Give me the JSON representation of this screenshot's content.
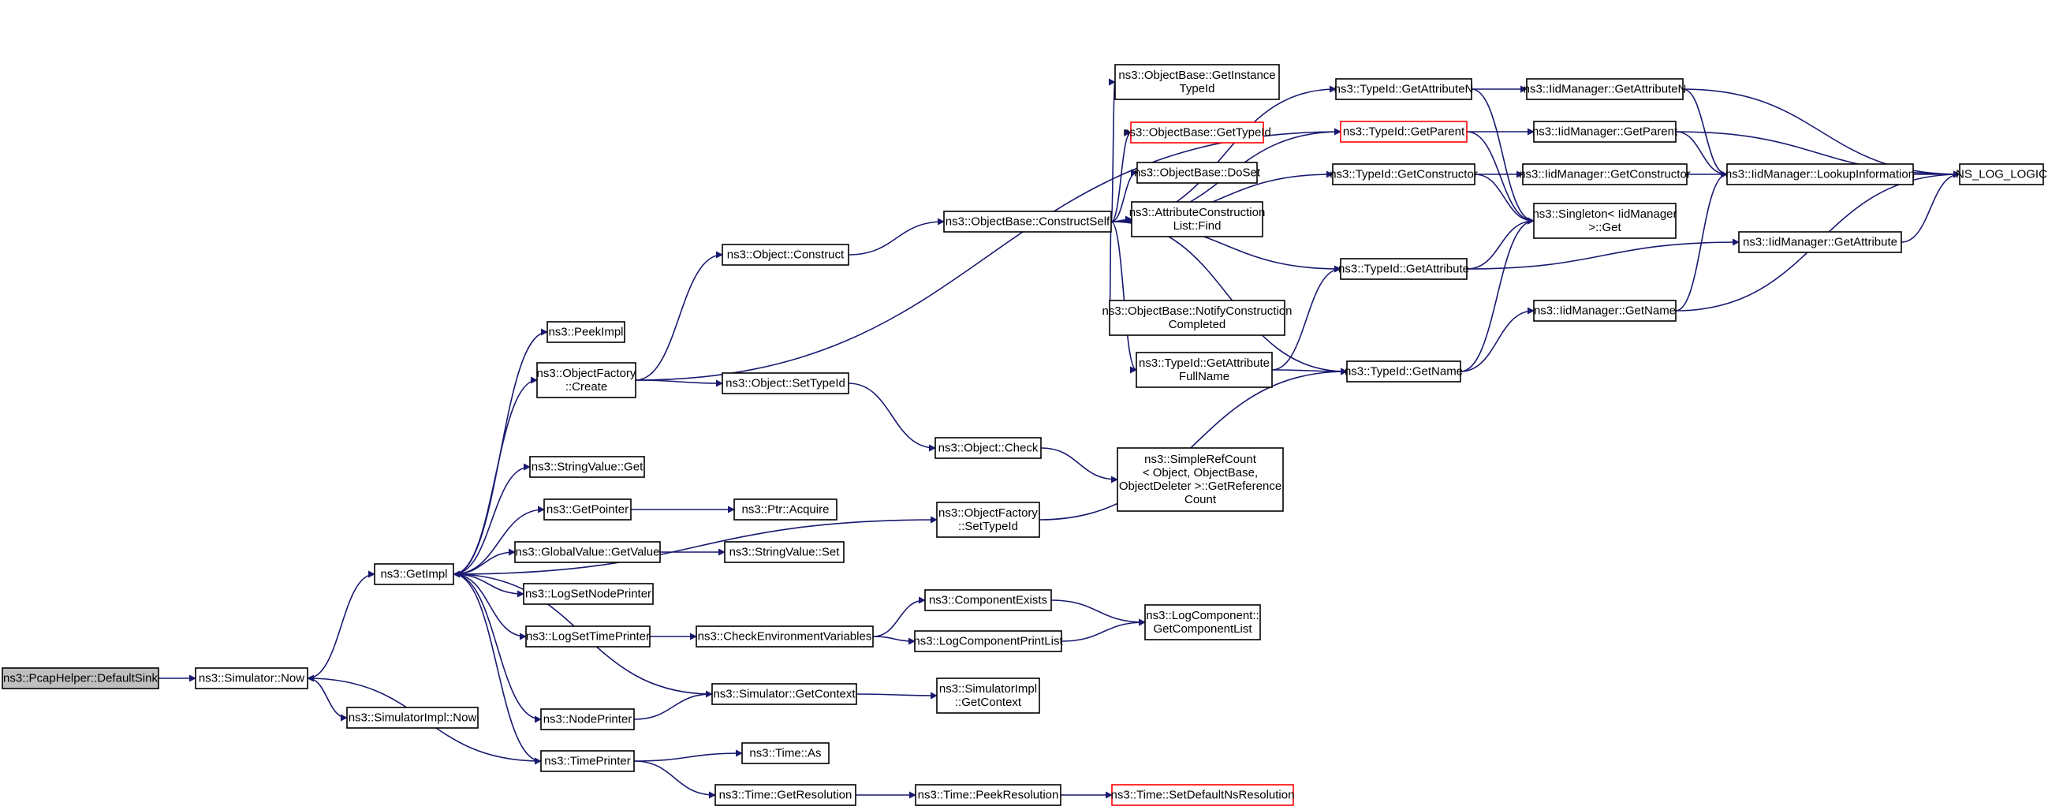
{
  "graph": {
    "edge_color": "#191970",
    "nodes": [
      {
        "id": "pcaphelper",
        "lines": [
          "ns3::PcapHelper::DefaultSink"
        ],
        "style": "root"
      },
      {
        "id": "sim_now",
        "lines": [
          "ns3::Simulator::Now"
        ],
        "style": "normal"
      },
      {
        "id": "simimpl_now",
        "lines": [
          "ns3::SimulatorImpl::Now"
        ],
        "style": "normal"
      },
      {
        "id": "getimpl",
        "lines": [
          "ns3::GetImpl"
        ],
        "style": "normal"
      },
      {
        "id": "peekimpl",
        "lines": [
          "ns3::PeekImpl"
        ],
        "style": "normal"
      },
      {
        "id": "of_create",
        "lines": [
          "ns3::ObjectFactory",
          "::Create"
        ],
        "style": "normal"
      },
      {
        "id": "sv_get",
        "lines": [
          "ns3::StringValue::Get"
        ],
        "style": "normal"
      },
      {
        "id": "getpointer",
        "lines": [
          "ns3::GetPointer"
        ],
        "style": "normal"
      },
      {
        "id": "gv_getvalue",
        "lines": [
          "ns3::GlobalValue::GetValue"
        ],
        "style": "normal"
      },
      {
        "id": "logsetnode",
        "lines": [
          "ns3::LogSetNodePrinter"
        ],
        "style": "normal"
      },
      {
        "id": "logsettime",
        "lines": [
          "ns3::LogSetTimePrinter"
        ],
        "style": "normal"
      },
      {
        "id": "nodeprinter",
        "lines": [
          "ns3::NodePrinter"
        ],
        "style": "normal"
      },
      {
        "id": "timeprinter",
        "lines": [
          "ns3::TimePrinter"
        ],
        "style": "normal"
      },
      {
        "id": "obj_construct",
        "lines": [
          "ns3::Object::Construct"
        ],
        "style": "normal"
      },
      {
        "id": "obj_settypeid",
        "lines": [
          "ns3::Object::SetTypeId"
        ],
        "style": "normal"
      },
      {
        "id": "ptr_acquire",
        "lines": [
          "ns3::Ptr::Acquire"
        ],
        "style": "normal"
      },
      {
        "id": "sv_set",
        "lines": [
          "ns3::StringValue::Set"
        ],
        "style": "normal"
      },
      {
        "id": "checkenv",
        "lines": [
          "ns3::CheckEnvironmentVariables"
        ],
        "style": "normal"
      },
      {
        "id": "sim_getcontext",
        "lines": [
          "ns3::Simulator::GetContext"
        ],
        "style": "normal"
      },
      {
        "id": "time_as",
        "lines": [
          "ns3::Time::As"
        ],
        "style": "normal"
      },
      {
        "id": "time_getres",
        "lines": [
          "ns3::Time::GetResolution"
        ],
        "style": "normal"
      },
      {
        "id": "ob_constructself",
        "lines": [
          "ns3::ObjectBase::ConstructSelf"
        ],
        "style": "normal"
      },
      {
        "id": "obj_check",
        "lines": [
          "ns3::Object::Check"
        ],
        "style": "normal"
      },
      {
        "id": "of_settypeid",
        "lines": [
          "ns3::ObjectFactory",
          "::SetTypeId"
        ],
        "style": "normal"
      },
      {
        "id": "compexists",
        "lines": [
          "ns3::ComponentExists"
        ],
        "style": "normal"
      },
      {
        "id": "logcompprint",
        "lines": [
          "ns3::LogComponentPrintList"
        ],
        "style": "normal"
      },
      {
        "id": "simimpl_getcontext",
        "lines": [
          "ns3::SimulatorImpl",
          "::GetContext"
        ],
        "style": "normal"
      },
      {
        "id": "time_peekres",
        "lines": [
          "ns3::Time::PeekResolution"
        ],
        "style": "normal"
      },
      {
        "id": "ob_getinstance",
        "lines": [
          "ns3::ObjectBase::GetInstance",
          "TypeId"
        ],
        "style": "normal"
      },
      {
        "id": "ob_gettypeid",
        "lines": [
          "ns3::ObjectBase::GetTypeId"
        ],
        "style": "red"
      },
      {
        "id": "ob_doset",
        "lines": [
          "ns3::ObjectBase::DoSet"
        ],
        "style": "normal"
      },
      {
        "id": "acl_find",
        "lines": [
          "ns3::AttributeConstruction",
          "List::Find"
        ],
        "style": "normal"
      },
      {
        "id": "ob_notify",
        "lines": [
          "ns3::ObjectBase::NotifyConstruction",
          "Completed"
        ],
        "style": "normal"
      },
      {
        "id": "tid_getattrfull",
        "lines": [
          "ns3::TypeId::GetAttribute",
          "FullName"
        ],
        "style": "normal"
      },
      {
        "id": "simplerefcount",
        "lines": [
          "ns3::SimpleRefCount",
          "< Object, ObjectBase,",
          "ObjectDeleter >::GetReference",
          "Count"
        ],
        "style": "normal"
      },
      {
        "id": "logcomp_getlist",
        "lines": [
          "ns3::LogComponent::",
          "GetComponentList"
        ],
        "style": "normal"
      },
      {
        "id": "time_setdefault",
        "lines": [
          "ns3::Time::SetDefaultNsResolution"
        ],
        "style": "red"
      },
      {
        "id": "tid_getattrn",
        "lines": [
          "ns3::TypeId::GetAttributeN"
        ],
        "style": "normal"
      },
      {
        "id": "tid_getparent",
        "lines": [
          "ns3::TypeId::GetParent"
        ],
        "style": "red"
      },
      {
        "id": "tid_getconstructor",
        "lines": [
          "ns3::TypeId::GetConstructor"
        ],
        "style": "normal"
      },
      {
        "id": "tid_getattr",
        "lines": [
          "ns3::TypeId::GetAttribute"
        ],
        "style": "normal"
      },
      {
        "id": "tid_getname",
        "lines": [
          "ns3::TypeId::GetName"
        ],
        "style": "normal"
      },
      {
        "id": "iid_getattrn",
        "lines": [
          "ns3::IidManager::GetAttributeN"
        ],
        "style": "normal"
      },
      {
        "id": "iid_getparent",
        "lines": [
          "ns3::IidManager::GetParent"
        ],
        "style": "normal"
      },
      {
        "id": "iid_getconstructor",
        "lines": [
          "ns3::IidManager::GetConstructor"
        ],
        "style": "normal"
      },
      {
        "id": "singleton_get",
        "lines": [
          "ns3::Singleton< IidManager",
          ">::Get"
        ],
        "style": "normal"
      },
      {
        "id": "iid_getname",
        "lines": [
          "ns3::IidManager::GetName"
        ],
        "style": "normal"
      },
      {
        "id": "iid_lookup",
        "lines": [
          "ns3::IidManager::LookupInformation"
        ],
        "style": "normal"
      },
      {
        "id": "iid_getattr",
        "lines": [
          "ns3::IidManager::GetAttribute"
        ],
        "style": "normal"
      },
      {
        "id": "ns_log_logic",
        "lines": [
          "NS_LOG_LOGIC"
        ],
        "style": "normal"
      }
    ],
    "edges": [
      [
        "pcaphelper",
        "sim_now"
      ],
      [
        "sim_now",
        "getimpl"
      ],
      [
        "sim_now",
        "simimpl_now"
      ],
      [
        "getimpl",
        "peekimpl"
      ],
      [
        "getimpl",
        "of_create"
      ],
      [
        "getimpl",
        "sv_get"
      ],
      [
        "getimpl",
        "getpointer"
      ],
      [
        "getimpl",
        "gv_getvalue"
      ],
      [
        "getimpl",
        "logsetnode"
      ],
      [
        "getimpl",
        "logsettime"
      ],
      [
        "getimpl",
        "nodeprinter"
      ],
      [
        "getimpl",
        "timeprinter"
      ],
      [
        "getimpl",
        "of_settypeid"
      ],
      [
        "of_create",
        "obj_construct"
      ],
      [
        "of_create",
        "obj_settypeid"
      ],
      [
        "of_create",
        "tid_getparent"
      ],
      [
        "getpointer",
        "ptr_acquire"
      ],
      [
        "gv_getvalue",
        "sv_set"
      ],
      [
        "logsettime",
        "checkenv"
      ],
      [
        "nodeprinter",
        "sim_getcontext"
      ],
      [
        "sim_getcontext",
        "getimpl"
      ],
      [
        "timeprinter",
        "sim_now"
      ],
      [
        "timeprinter",
        "time_as"
      ],
      [
        "timeprinter",
        "time_getres"
      ],
      [
        "obj_construct",
        "ob_constructself"
      ],
      [
        "obj_settypeid",
        "obj_check"
      ],
      [
        "obj_check",
        "simplerefcount"
      ],
      [
        "checkenv",
        "compexists"
      ],
      [
        "checkenv",
        "logcompprint"
      ],
      [
        "compexists",
        "logcomp_getlist"
      ],
      [
        "logcompprint",
        "logcomp_getlist"
      ],
      [
        "sim_getcontext",
        "simimpl_getcontext"
      ],
      [
        "time_getres",
        "time_peekres"
      ],
      [
        "time_peekres",
        "time_setdefault"
      ],
      [
        "ob_constructself",
        "ob_getinstance"
      ],
      [
        "ob_constructself",
        "ob_gettypeid"
      ],
      [
        "ob_constructself",
        "ob_doset"
      ],
      [
        "ob_constructself",
        "acl_find"
      ],
      [
        "ob_constructself",
        "ob_notify"
      ],
      [
        "ob_constructself",
        "tid_getattrfull"
      ],
      [
        "ob_constructself",
        "tid_getattrn"
      ],
      [
        "ob_constructself",
        "tid_getparent"
      ],
      [
        "ob_constructself",
        "tid_getconstructor"
      ],
      [
        "ob_constructself",
        "tid_getattr"
      ],
      [
        "ob_constructself",
        "tid_getname"
      ],
      [
        "of_settypeid",
        "tid_getname"
      ],
      [
        "tid_getattrfull",
        "tid_getattr"
      ],
      [
        "tid_getattrfull",
        "tid_getname"
      ],
      [
        "tid_getattrn",
        "iid_getattrn"
      ],
      [
        "tid_getattrn",
        "singleton_get"
      ],
      [
        "tid_getparent",
        "iid_getparent"
      ],
      [
        "tid_getparent",
        "singleton_get"
      ],
      [
        "tid_getconstructor",
        "iid_getconstructor"
      ],
      [
        "tid_getconstructor",
        "singleton_get"
      ],
      [
        "tid_getattr",
        "singleton_get"
      ],
      [
        "tid_getattr",
        "iid_getattr"
      ],
      [
        "tid_getname",
        "singleton_get"
      ],
      [
        "tid_getname",
        "iid_getname"
      ],
      [
        "iid_getattrn",
        "iid_lookup"
      ],
      [
        "iid_getattrn",
        "ns_log_logic"
      ],
      [
        "iid_getparent",
        "iid_lookup"
      ],
      [
        "iid_getparent",
        "ns_log_logic"
      ],
      [
        "iid_getconstructor",
        "iid_lookup"
      ],
      [
        "iid_getname",
        "iid_lookup"
      ],
      [
        "iid_getname",
        "ns_log_logic"
      ],
      [
        "iid_lookup",
        "ns_log_logic"
      ],
      [
        "iid_getattr",
        "ns_log_logic"
      ]
    ]
  }
}
